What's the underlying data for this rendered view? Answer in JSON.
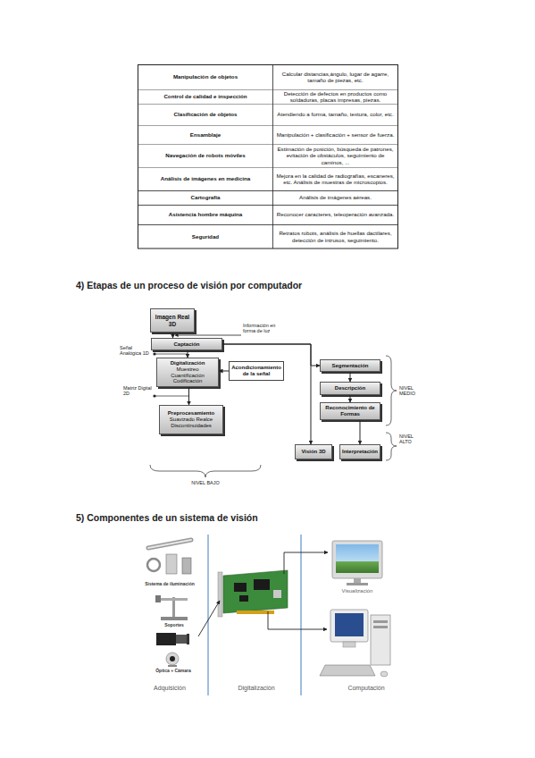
{
  "diagram": {
    "nodes": [
      {
        "text": [
          "Imagen Real 3D"
        ]
      },
      {
        "text": [
          "Captación"
        ]
      },
      {
        "text": [
          "Digitalización",
          "Muestreo Cuantificación Codificación"
        ]
      },
      {
        "text": [
          "Acondicionamiento de la señal"
        ]
      },
      {
        "text": [
          "Preprocesamiento",
          "Suavizado Realce Discontinuidades"
        ]
      },
      {
        "text": [
          "Segmentación"
        ]
      },
      {
        "text": [
          "Descripción"
        ]
      },
      {
        "text": [
          "Reconocimiento de Formas"
        ]
      },
      {
        "text": [
          "Visión 3D"
        ]
      },
      {
        "text": [
          "Interpretación"
        ]
      }
    ],
    "edges": [
      {
        "from": 0,
        "to": 1,
        "arrow": "to"
      },
      {
        "from": 1,
        "to": 2,
        "arrow": "to"
      },
      {
        "from": 2,
        "to": 4,
        "arrow": "to"
      },
      {
        "from": 3,
        "to": 2,
        "arrow": "to"
      },
      {
        "from": 1,
        "to": 5,
        "arrow": "to"
      },
      {
        "from": 1,
        "to": 8,
        "arrow": "to"
      },
      {
        "from": 5,
        "to": 6,
        "arrow": "to"
      },
      {
        "from": 6,
        "to": 7,
        "arrow": "to"
      },
      {
        "from": 7,
        "to": 9,
        "arrow": "to"
      }
    ],
    "labels": [
      "Manipulación de objetos",
      "Calcular distancias,ángulo, lugar de agarre, tamaño de piezas, etc.",
      "Control de calidad e inspección",
      "Detección de defectos en productos como soldaduras, placas impresas, piezas.",
      "Clasificación de objetos",
      "Atendiendo a forma, tamaño, textura, color, etc.",
      "Ensamblaje",
      "Manipulación + clasificación + sensor de fuerza.",
      "Navegación de robots móviles",
      "Estimación de posición, búsqueda de patrones, evitación de obstáculos, seguimiento de caminos, ...",
      "Análisis de imágenes en medicina",
      "Mejora en la calidad de radiografías, escaneres, etc. Análisis de muestras de microscopios.",
      "Cartografía",
      "Análisis de imágenes aéreas.",
      "Asistencia hombre máquina",
      "Reconocer caracteres, teleoperación avanzada.",
      "Seguridad",
      "Retratos robots, análisis de huellas dactilares, detección de intrusos, seguimiento.",
      "4) Etapas de un proceso de visión por computador",
      "Información en forma de luz",
      "Señal Analógica 1D",
      "Matriz Digital 2D",
      "NIVEL MEDIO",
      "NIVEL ALTO",
      "NIVEL BAJO",
      "5) Componentes de un sistema de visión",
      "Sistema de iluminación",
      "Soportes",
      "Óptica + Cámara",
      "Visualización",
      "Adquisición",
      "Digitalización",
      "Computación"
    ]
  }
}
